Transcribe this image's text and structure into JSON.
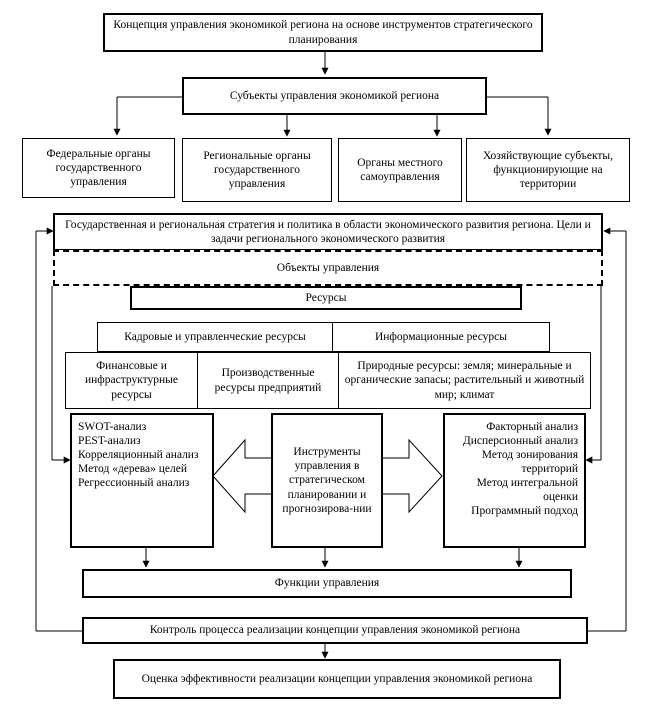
{
  "concept": "Концепция управления экономикой региона на основе инструментов стратегического планирования",
  "subjects_title": "Субъекты управления экономикой региона",
  "subjects": [
    "Федеральные органы государственного управления",
    "Региональные органы государственного управления",
    "Органы местного самоуправления",
    "Хозяйствующие субъекты, функционирующие на территории"
  ],
  "strategy": "Государственная и региональная стратегия и политика в области экономического развития региона. Цели и задачи регионального экономического развития",
  "objects": "Объекты управления",
  "resources": "Ресурсы",
  "resource_types": {
    "personnel": "Кадровые и управленческие ресурсы",
    "information": "Информационные ресурсы",
    "financial": "Финансовые и инфраструктурные ресурсы",
    "production": "Производственные ресурсы предприятий",
    "natural": "Природные ресурсы: земля; минеральные и органические запасы; растительный и животный мир; климат"
  },
  "methods_left": [
    "SWOT-анализ",
    "PEST-анализ",
    "Корреляционный анализ",
    "Метод «дерева» целей",
    "Регрессионный анализ"
  ],
  "instruments": "Инструменты управления в стратегическом планировании и прогнозирова-нии",
  "methods_right": [
    "Факторный анализ",
    "Дисперсионный анализ",
    "Метод зонирования территорий",
    "Метод интегральной оценки",
    "Программный подход"
  ],
  "functions": "Функции управления",
  "control": "Контроль процесса реализации концепции управления экономикой региона",
  "evaluation": "Оценка эффективности реализации концепции управления экономикой региона"
}
